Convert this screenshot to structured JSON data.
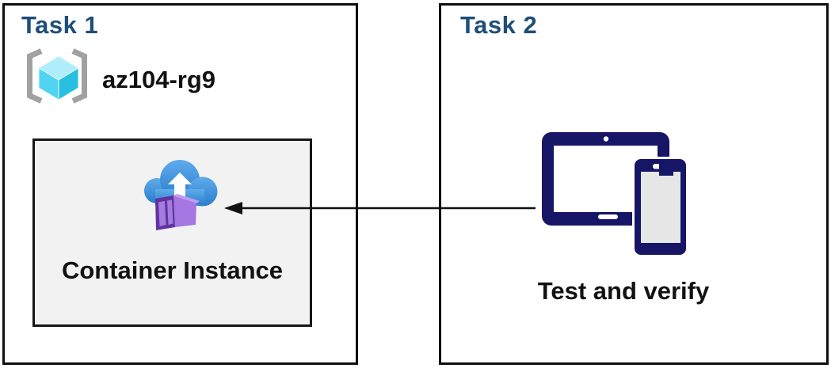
{
  "diagram": {
    "task1": {
      "title": "Task 1",
      "resource_group": {
        "name": "az104-rg9",
        "icon": "resource-group-icon"
      },
      "container_box": {
        "label": "Container Instance",
        "icon": "container-instances-icon"
      }
    },
    "task2": {
      "title": "Task 2",
      "label": "Test and verify",
      "icon": "tablet-phone-devices-icon"
    },
    "arrow": {
      "direction": "right-to-left",
      "from": "task2-devices",
      "to": "task1-container-instance"
    }
  },
  "colors": {
    "heading": "#1f4e79",
    "text": "#111111",
    "box_border": "#0f0f0f",
    "inner_box_bg": "#f2f2f2",
    "bracket_gray": "#a1a1a1",
    "cube_top": "#aeedf9",
    "cube_left": "#53d3f2",
    "cube_right": "#29bfe3",
    "cloud_blue_light": "#5facec",
    "cloud_blue_dark": "#2b7ccb",
    "container_side": "#a577e2",
    "container_top": "#c29cf2",
    "container_front": "#6233a0",
    "container_panel": "#a47cdd",
    "device_navy": "#171566",
    "device_screen": "#e6e6e6",
    "arrow": "#111111"
  }
}
